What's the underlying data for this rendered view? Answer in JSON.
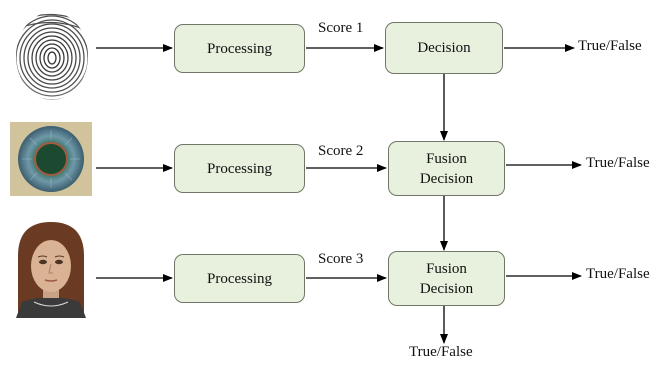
{
  "modalities": [
    {
      "icon": "fingerprint-icon",
      "processing": "Processing",
      "score": "Score 1"
    },
    {
      "icon": "iris-icon",
      "processing": "Processing",
      "score": "Score 2"
    },
    {
      "icon": "face-icon",
      "processing": "Processing",
      "score": "Score 3"
    }
  ],
  "decisions": [
    {
      "lines": [
        "Decision"
      ]
    },
    {
      "lines": [
        "Fusion",
        "Decision"
      ]
    },
    {
      "lines": [
        "Fusion",
        "Decision"
      ]
    }
  ],
  "outputs": [
    "True/False",
    "True/False",
    "True/False",
    "True/False"
  ],
  "colors": {
    "box_fill": "#e8f1dd",
    "box_border": "#6f7768",
    "arrow": "#000000"
  }
}
